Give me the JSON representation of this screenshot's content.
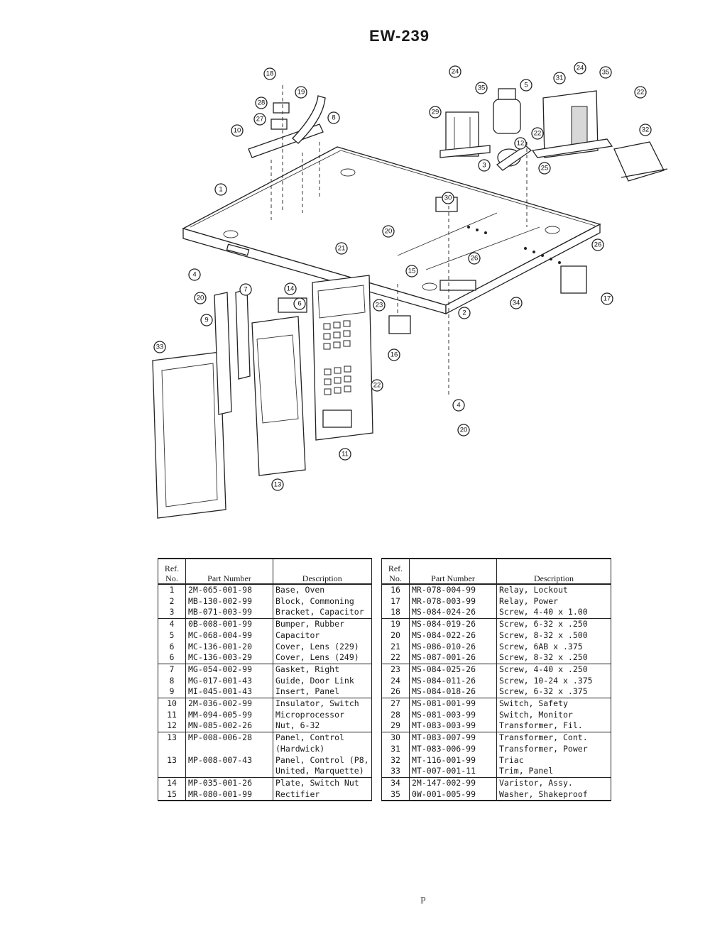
{
  "page": {
    "title": "EW-239",
    "footer_mark": "P"
  },
  "diagram": {
    "callouts": [
      "18",
      "28",
      "19",
      "27",
      "8",
      "10",
      "1",
      "24",
      "35",
      "5",
      "29",
      "12",
      "22",
      "3",
      "25",
      "31",
      "24",
      "35",
      "22",
      "32",
      "30",
      "20",
      "21",
      "15",
      "26",
      "26",
      "4",
      "20",
      "9",
      "7",
      "14",
      "6",
      "23",
      "2",
      "34",
      "17",
      "33",
      "16",
      "22",
      "4",
      "20",
      "11",
      "13"
    ]
  },
  "table_headers": {
    "ref_line1": "Ref.",
    "ref_line2": "No.",
    "part_number": "Part Number",
    "description": "Description"
  },
  "parts_left": [
    {
      "ref": "1",
      "part": "2M-065-001-98",
      "desc": "Base, Oven",
      "grp": false
    },
    {
      "ref": "2",
      "part": "MB-130-002-99",
      "desc": "Block, Commoning",
      "grp": false
    },
    {
      "ref": "3",
      "part": "MB-071-003-99",
      "desc": "Bracket, Capacitor",
      "grp": true
    },
    {
      "ref": "4",
      "part": "0B-008-001-99",
      "desc": "Bumper, Rubber",
      "grp": false
    },
    {
      "ref": "5",
      "part": "MC-068-004-99",
      "desc": "Capacitor",
      "grp": false
    },
    {
      "ref": "6",
      "part": "MC-136-001-20",
      "desc": "Cover, Lens (229)",
      "grp": false
    },
    {
      "ref": "6",
      "part": "MC-136-003-29",
      "desc": "Cover, Lens (249)",
      "grp": true
    },
    {
      "ref": "7",
      "part": "MG-054-002-99",
      "desc": "Gasket, Right",
      "grp": false
    },
    {
      "ref": "8",
      "part": "MG-017-001-43",
      "desc": "Guide, Door Link",
      "grp": false
    },
    {
      "ref": "9",
      "part": "MI-045-001-43",
      "desc": "Insert, Panel",
      "grp": true
    },
    {
      "ref": "10",
      "part": "2M-036-002-99",
      "desc": "Insulator, Switch",
      "grp": false
    },
    {
      "ref": "11",
      "part": "MM-094-005-99",
      "desc": "Microprocessor",
      "grp": false
    },
    {
      "ref": "12",
      "part": "MN-085-002-26",
      "desc": "Nut, 6-32",
      "grp": true
    },
    {
      "ref": "13",
      "part": "MP-008-006-28",
      "desc": "Panel, Control",
      "grp": false
    },
    {
      "ref": "",
      "part": "",
      "desc": "(Hardwick)",
      "grp": false
    },
    {
      "ref": "13",
      "part": "MP-008-007-43",
      "desc": "Panel, Control (P8,",
      "grp": false
    },
    {
      "ref": "",
      "part": "",
      "desc": "United, Marquette)",
      "grp": true
    },
    {
      "ref": "14",
      "part": "MP-035-001-26",
      "desc": "Plate, Switch Nut",
      "grp": false
    },
    {
      "ref": "15",
      "part": "MR-080-001-99",
      "desc": "Rectifier",
      "grp": false
    }
  ],
  "parts_right": [
    {
      "ref": "16",
      "part": "MR-078-004-99",
      "desc": "Relay, Lockout",
      "grp": false
    },
    {
      "ref": "17",
      "part": "MR-078-003-99",
      "desc": "Relay, Power",
      "grp": false
    },
    {
      "ref": "18",
      "part": "MS-084-024-26",
      "desc": "Screw, 4-40 x 1.00",
      "grp": true
    },
    {
      "ref": "19",
      "part": "MS-084-019-26",
      "desc": "Screw, 6-32 x .250",
      "grp": false
    },
    {
      "ref": "20",
      "part": "MS-084-022-26",
      "desc": "Screw, 8-32 x .500",
      "grp": false
    },
    {
      "ref": "21",
      "part": "MS-086-010-26",
      "desc": "Screw, 6AB x .375",
      "grp": false
    },
    {
      "ref": "22",
      "part": "MS-087-001-26",
      "desc": "Screw, 8-32 x .250",
      "grp": true
    },
    {
      "ref": "23",
      "part": "MS-084-025-26",
      "desc": "Screw, 4-40 x .250",
      "grp": false
    },
    {
      "ref": "24",
      "part": "MS-084-011-26",
      "desc": "Screw, 10-24 x .375",
      "grp": false
    },
    {
      "ref": "26",
      "part": "MS-084-018-26",
      "desc": "Screw, 6-32 x .375",
      "grp": true
    },
    {
      "ref": "27",
      "part": "MS-081-001-99",
      "desc": "Switch, Safety",
      "grp": false
    },
    {
      "ref": "28",
      "part": "MS-081-003-99",
      "desc": "Switch, Monitor",
      "grp": false
    },
    {
      "ref": "29",
      "part": "MT-083-003-99",
      "desc": "Transformer, Fil.",
      "grp": true
    },
    {
      "ref": "30",
      "part": "MT-083-007-99",
      "desc": "Transformer, Cont.",
      "grp": false
    },
    {
      "ref": "31",
      "part": "MT-083-006-99",
      "desc": "Transformer, Power",
      "grp": false
    },
    {
      "ref": "32",
      "part": "MT-116-001-99",
      "desc": "Triac",
      "grp": false
    },
    {
      "ref": "33",
      "part": "MT-007-001-11",
      "desc": "Trim, Panel",
      "grp": true
    },
    {
      "ref": "34",
      "part": "2M-147-002-99",
      "desc": "Varistor, Assy.",
      "grp": false
    },
    {
      "ref": "35",
      "part": "0W-001-005-99",
      "desc": "Washer, Shakeproof",
      "grp": false
    }
  ]
}
